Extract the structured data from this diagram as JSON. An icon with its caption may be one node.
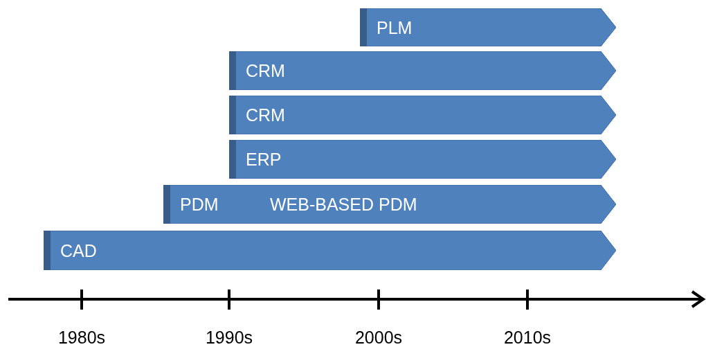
{
  "diagram": {
    "nodes": [
      {
        "text": [
          "PLM"
        ]
      },
      {
        "text": [
          "CRM"
        ]
      },
      {
        "text": [
          "CRM"
        ]
      },
      {
        "text": [
          "ERP"
        ]
      },
      {
        "text": [
          "PDM",
          "WEB-BASED PDM"
        ]
      },
      {
        "text": [
          "CAD"
        ]
      }
    ],
    "labels": [
      "1980s",
      "1990s",
      "2000s",
      "2010s"
    ]
  }
}
